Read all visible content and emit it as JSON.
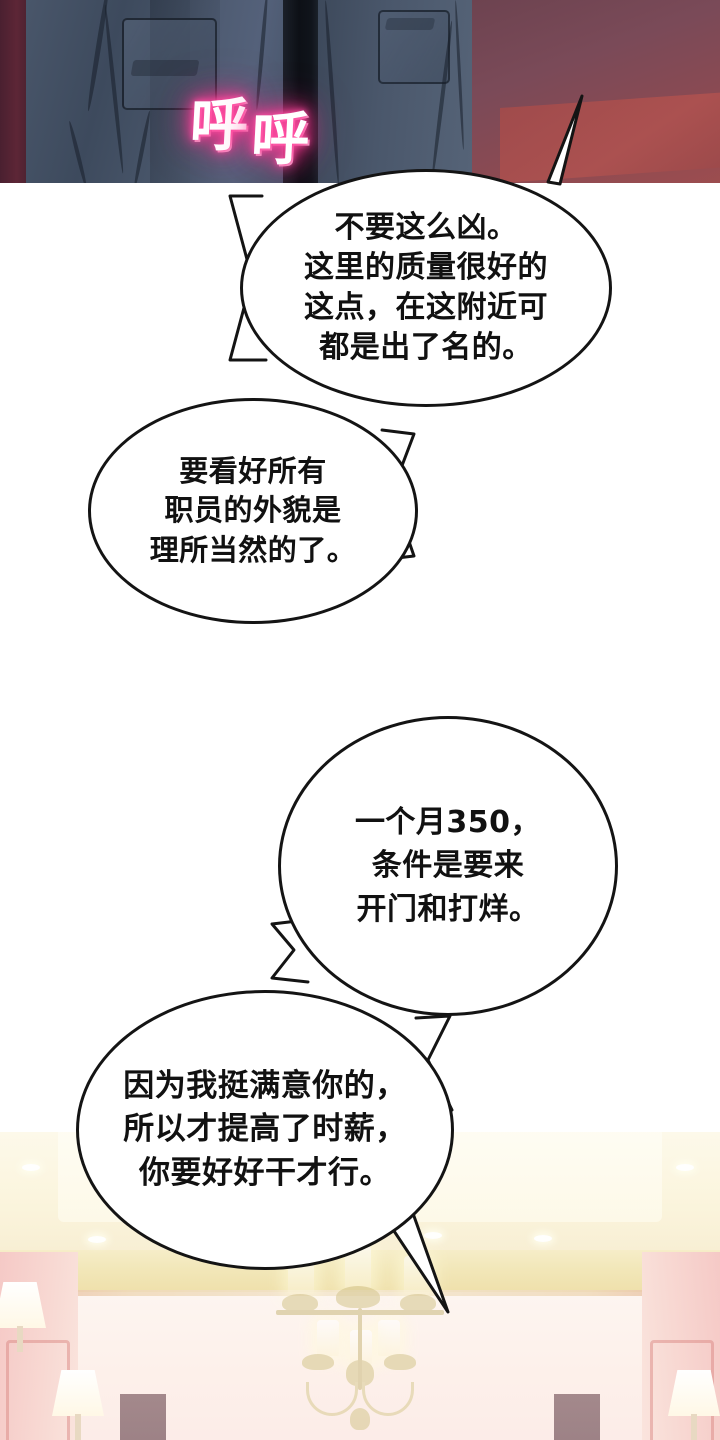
{
  "comic": {
    "title": "webtoon-page",
    "panels": [
      {
        "id": "panel-top",
        "kind": "dark-interior",
        "description": "dark navy suit jacket with chest pockets against a burgundy wall",
        "sfx": {
          "text": "呼呼",
          "char1": "呼",
          "char2": "呼",
          "color": "#ffffff",
          "glow": "#ff2e8d"
        },
        "colors": {
          "suit": "#49566a",
          "suit_shadow": "#2a3342",
          "wall": "#8c4a52",
          "wall_light": "#a04b4c",
          "gap": "#0d1016",
          "edge": "#5d2636"
        }
      },
      {
        "id": "panel-bottom",
        "kind": "bright-interior",
        "description": "warm cream hotel ceiling with a chandelier and wall sconces",
        "colors": {
          "ceiling": "#fdf9ea",
          "cove": "#f2e7b9",
          "wall": "#fdf0ea",
          "side_wall": "#f5c9c6",
          "chandelier": "#cfc08a",
          "lamp": "#ffffff"
        }
      }
    ],
    "bubbles": [
      {
        "id": "bubble-1",
        "speaker_tail": "up-right",
        "text": "不要这么凶。\n这里的质量很好的\n这点，在这附近可\n都是出了名的。",
        "lines": [
          "不要这么凶。",
          "这里的质量很好的",
          "这点，在这附近可",
          "都是出了名的。"
        ]
      },
      {
        "id": "bubble-2",
        "speaker_tail": "right-notch",
        "text": "要看好所有\n职员的外貌是\n理所当然的了。",
        "lines": [
          "要看好所有",
          "职员的外貌是",
          "理所当然的了。"
        ]
      },
      {
        "id": "bubble-3",
        "speaker_tail": "left-notch",
        "text": "一个月350，\n条件是要来\n开门和打烊。",
        "lines": [
          "一个月350，",
          "条件是要来",
          "开门和打烊。"
        ],
        "amount": "350"
      },
      {
        "id": "bubble-4",
        "speaker_tail": "down-right-long",
        "text": "因为我挺满意你的，\n所以才提高了时薪，\n你要好好干才行。",
        "lines": [
          "因为我挺满意你的，",
          "所以才提高了时薪，",
          "你要好好干才行。"
        ]
      }
    ]
  }
}
